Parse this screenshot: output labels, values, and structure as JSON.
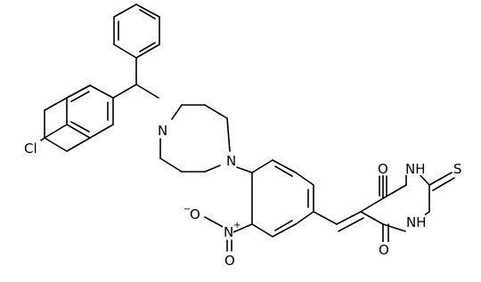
{
  "molecule": {
    "atoms": {
      "cl": "Cl",
      "n_pip_top": "N",
      "n_pip_bottom": "N",
      "n_nitro": "N",
      "nitro_charge": "+",
      "o_nitro_left": "O",
      "o_nitro_minus": "−",
      "o_nitro_bottom": "O",
      "o_top": "O",
      "o_bottom": "O",
      "nh_top": "NH",
      "nh_bottom": "NH",
      "s": "S"
    }
  }
}
